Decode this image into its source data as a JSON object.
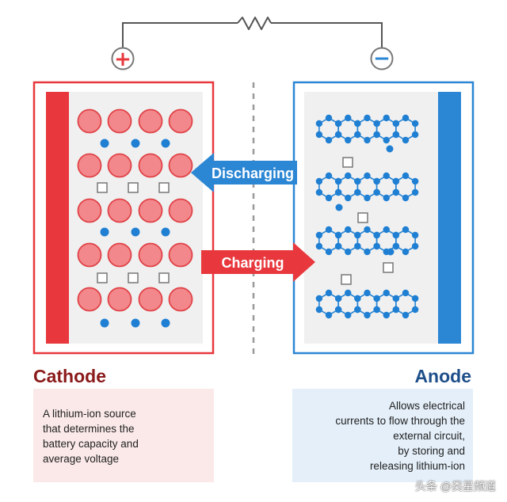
{
  "labels": {
    "positive_sign": "+",
    "negative_sign": "−",
    "discharging": "Discharging",
    "charging": "Charging"
  },
  "cathode": {
    "title": "Cathode",
    "description_lines": [
      "A lithium-ion source",
      "that determines the",
      "battery capacity and",
      "average voltage"
    ]
  },
  "anode": {
    "title": "Anode",
    "description_lines": [
      "Allows electrical",
      "currents to flow through the",
      "external circuit,",
      "by storing and",
      "releasing lithium-ion"
    ]
  },
  "watermark": "头条 @类星频道",
  "colors": {
    "cathode_red": "#e8383d",
    "cathode_title": "#8b1a1a",
    "anode_blue": "#2b86d4",
    "anode_title": "#1e4f8a",
    "dot_blue": "#1f7fd3",
    "wire_gray": "#555555"
  }
}
